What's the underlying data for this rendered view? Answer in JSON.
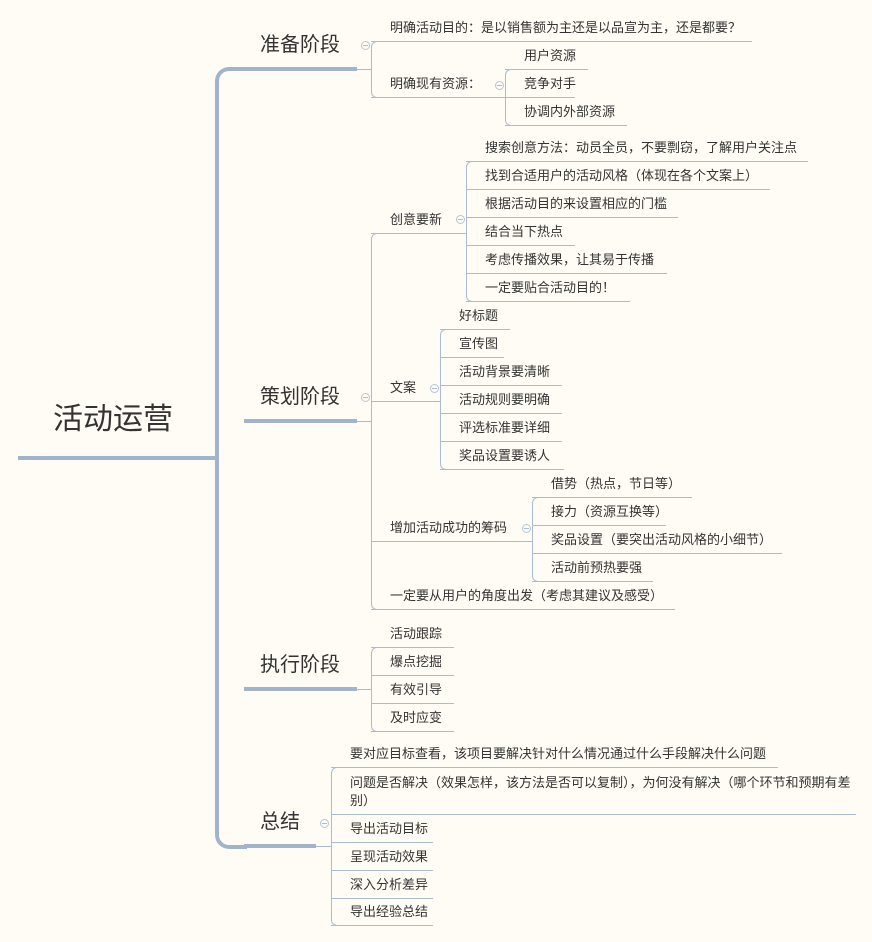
{
  "root": "活动运营",
  "branches": [
    {
      "label": "准备阶段",
      "children": [
        {
          "label": "明确活动目的：是以销售额为主还是以品宣为主，还是都要？"
        },
        {
          "label": "明确现有资源：",
          "children": [
            {
              "label": "用户资源"
            },
            {
              "label": "竞争对手"
            },
            {
              "label": "协调内外部资源"
            }
          ]
        }
      ]
    },
    {
      "label": "策划阶段",
      "children": [
        {
          "label": "创意要新",
          "children": [
            {
              "label": "搜索创意方法：动员全员，不要剽窃，了解用户关注点"
            },
            {
              "label": "找到合适用户的活动风格（体现在各个文案上）"
            },
            {
              "label": "根据活动目的来设置相应的门槛"
            },
            {
              "label": "结合当下热点"
            },
            {
              "label": "考虑传播效果，让其易于传播"
            },
            {
              "label": "一定要贴合活动目的！"
            }
          ]
        },
        {
          "label": "文案",
          "children": [
            {
              "label": "好标题"
            },
            {
              "label": "宣传图"
            },
            {
              "label": "活动背景要清晰"
            },
            {
              "label": "活动规则要明确"
            },
            {
              "label": "评选标准要详细"
            },
            {
              "label": "奖品设置要诱人"
            }
          ]
        },
        {
          "label": "增加活动成功的筹码",
          "children": [
            {
              "label": "借势（热点，节日等）"
            },
            {
              "label": "接力（资源互换等）"
            },
            {
              "label": "奖品设置（要突出活动风格的小细节）"
            },
            {
              "label": "活动前预热要强"
            }
          ]
        },
        {
          "label": "一定要从用户的角度出发（考虑其建议及感受）"
        }
      ]
    },
    {
      "label": "执行阶段",
      "children": [
        {
          "label": "活动跟踪"
        },
        {
          "label": "爆点挖掘"
        },
        {
          "label": "有效引导"
        },
        {
          "label": "及时应变"
        }
      ]
    },
    {
      "label": "总结",
      "children": [
        {
          "label": "要对应目标查看，该项目要解决针对什么情况通过什么手段解决什么问题"
        },
        {
          "label": "问题是否解决（效果怎样，该方法是否可以复制），为何没有解决（哪个环节和预期有差别）"
        },
        {
          "label": "导出活动目标"
        },
        {
          "label": "呈现活动效果"
        },
        {
          "label": "深入分析差异"
        },
        {
          "label": "导出经验总结"
        }
      ]
    }
  ]
}
